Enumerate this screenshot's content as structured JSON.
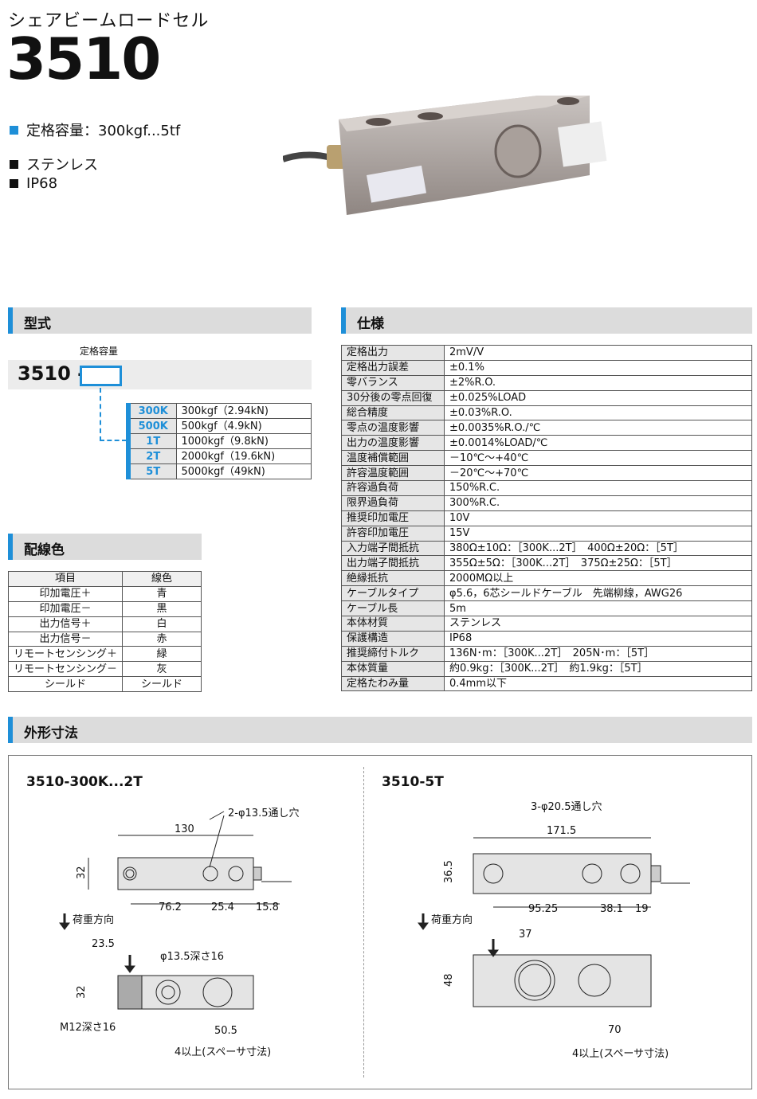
{
  "header": {
    "subtitle": "シェアビームロードセル",
    "model": "3510"
  },
  "features": [
    "定格容量：300kgf...5tf",
    "ステンレス",
    "IP68"
  ],
  "sections": {
    "type": "型式",
    "spec": "仕様",
    "wiring": "配線色",
    "dims": "外形寸法"
  },
  "type_code": {
    "caption": "定格容量",
    "prefix": "3510 -",
    "capacities": [
      {
        "code": "300K",
        "value": "300kgf（2.94kN)"
      },
      {
        "code": "500K",
        "value": "500kgf（4.9kN)"
      },
      {
        "code": "1T",
        "value": "1000kgf（9.8kN)"
      },
      {
        "code": "2T",
        "value": "2000kgf（19.6kN)"
      },
      {
        "code": "5T",
        "value": "5000kgf（49kN)"
      }
    ]
  },
  "wiring": {
    "headers": [
      "項目",
      "線色"
    ],
    "rows": [
      [
        "印加電圧＋",
        "青"
      ],
      [
        "印加電圧－",
        "黒"
      ],
      [
        "出力信号＋",
        "白"
      ],
      [
        "出力信号－",
        "赤"
      ],
      [
        "リモートセンシング＋",
        "緑"
      ],
      [
        "リモートセンシング－",
        "灰"
      ],
      [
        "シールド",
        "シールド"
      ]
    ]
  },
  "spec": [
    [
      "定格出力",
      "2mV/V"
    ],
    [
      "定格出力誤差",
      "±0.1%"
    ],
    [
      "零バランス",
      "±2%R.O."
    ],
    [
      "30分後の零点回復",
      "±0.025%LOAD"
    ],
    [
      "総合精度",
      "±0.03%R.O."
    ],
    [
      "零点の温度影響",
      "±0.0035%R.O./℃"
    ],
    [
      "出力の温度影響",
      "±0.0014%LOAD/℃"
    ],
    [
      "温度補償範囲",
      "－10℃～+40℃"
    ],
    [
      "許容温度範囲",
      "－20℃～+70℃"
    ],
    [
      "許容過負荷",
      "150%R.C."
    ],
    [
      "限界過負荷",
      "300%R.C."
    ],
    [
      "推奨印加電圧",
      "10V"
    ],
    [
      "許容印加電圧",
      "15V"
    ],
    [
      "入力端子間抵抗",
      "380Ω±10Ω：［300K...2T］　400Ω±20Ω：［5T］"
    ],
    [
      "出力端子間抵抗",
      "355Ω±5Ω：［300K...2T］　375Ω±25Ω：［5T］"
    ],
    [
      "絶縁抵抗",
      "2000MΩ以上"
    ],
    [
      "ケーブルタイプ",
      "φ5.6，6芯シールドケーブル　先端柳線，AWG26"
    ],
    [
      "ケーブル長",
      "5m"
    ],
    [
      "本体材質",
      "ステンレス"
    ],
    [
      "保護構造",
      "IP68"
    ],
    [
      "推奨締付トルク",
      "136N･m：［300K...2T］　205N･m：［5T］"
    ],
    [
      "本体質量",
      "約0.9kg：［300K...2T］　約1.9kg：［5T］"
    ],
    [
      "定格たわみ量",
      "0.4mm以下"
    ]
  ],
  "drawing_a": {
    "title": "3510-300K...2T",
    "hole": "2-φ13.5通し穴",
    "len": "130",
    "h": "32",
    "d1": "76.2",
    "d2": "25.4",
    "d3": "15.8",
    "load": "荷重方向",
    "d4": "23.5",
    "deep": "φ13.5深さ16",
    "h2": "32",
    "m12": "M12深さ16",
    "d5": "50.5",
    "spacer": "4以上(スペーサ寸法)"
  },
  "drawing_b": {
    "title": "3510-5T",
    "hole": "3-φ20.5通し穴",
    "len": "171.5",
    "h": "36.5",
    "d1": "95.25",
    "d2": "38.1",
    "d3": "19",
    "load": "荷重方向",
    "d4": "37",
    "h2": "48",
    "d5": "70",
    "spacer": "4以上(スペーサ寸法)"
  }
}
